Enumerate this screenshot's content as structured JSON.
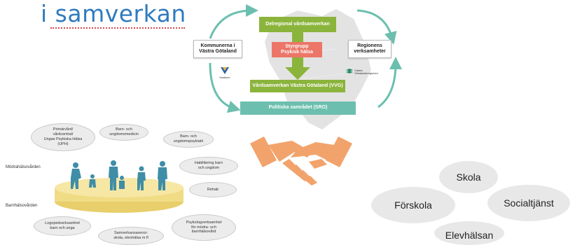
{
  "title": "i samverkan",
  "diagram": {
    "delregional": "Delregional vårdsamverkan",
    "styrgrupp_line1": "Styrgrupp",
    "styrgrupp_line2": "Psykisk hälsa",
    "kommunerna_line1": "Kommunerna i",
    "kommunerna_line2": "Västra Götaland",
    "regionens_line1": "Regionens",
    "regionens_line2": "verksamheter",
    "vvg": "Vårdsamverkan Västra Götaland (VVG)",
    "sro": "Politiska samrådet (SRO)",
    "vgr_logo_text": "Västra Götalandsregionen",
    "vastkom_logo_text": "Vástkom"
  },
  "cluster": {
    "primarvard": [
      "Primärvård/",
      "vårdcentral/",
      "Ungas Psykiska Hälsa",
      "(UPH)"
    ],
    "barn_ungdomsmedicin": [
      "Barn- och",
      "ungdomsmedicin"
    ],
    "barn_ungdomspsykiatri": [
      "Barn- och",
      "ungdomspsykiatri"
    ],
    "modrahalsovarden": "Mödrahälsovården",
    "habilitering": [
      "Habilitering barn",
      "och ungdom"
    ],
    "rehab": "Rehab",
    "barnhalsovarden": "Barnhälsovården",
    "logoped": [
      "Logopedverksamhet",
      "barn och unga"
    ],
    "psykolog": [
      "Psykologverksamhet",
      "för mödra- och",
      "barnhälsovård"
    ],
    "samverkansarenor": [
      "Samverkansarenor:",
      "skola, elevhälsa m fl"
    ]
  },
  "school": {
    "skola": "Skola",
    "forskola": "Förskola",
    "socialtjanst": "Socialtjänst",
    "elevhalsan": "Elevhälsan"
  },
  "colors": {
    "title": "#2f7bbf",
    "green": "#8bb43c",
    "red": "#ec7667",
    "teal": "#6cbfae",
    "handshake": "#f2a36b",
    "platform": "#f1dc86",
    "figures": "#3f8da6"
  }
}
